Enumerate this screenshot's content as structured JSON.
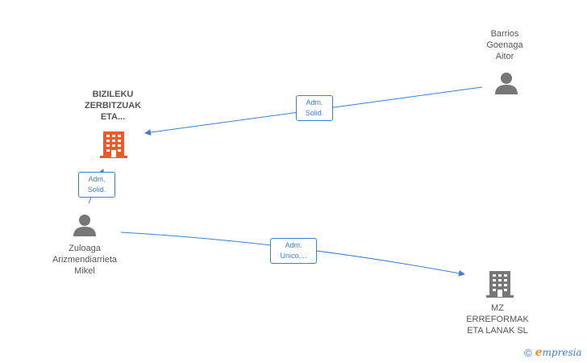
{
  "nodes": {
    "bizileku": {
      "label": "BIZILEKU\nZERBITZUAK\nETA...",
      "type": "company",
      "color": "#f05a28"
    },
    "barrios": {
      "label": "Barrios\nGoenaga\nAitor",
      "type": "person",
      "color": "#777777"
    },
    "zuloaga": {
      "label": "Zuloaga\nArizmendiarrieta\nMikel",
      "type": "person",
      "color": "#777777"
    },
    "mz": {
      "label": "MZ\nERREFORMAK\nETA LANAK  SL",
      "type": "company",
      "color": "#777777"
    }
  },
  "edges": [
    {
      "from": "barrios",
      "to": "bizileku",
      "label": "Adm.\nSolid."
    },
    {
      "from": "zuloaga",
      "to": "bizileku",
      "label": "Adm.\nSolid."
    },
    {
      "from": "zuloaga",
      "to": "mz",
      "label": "Adm.\nUnico,..."
    }
  ],
  "edge_color": "#3a7fd5",
  "brand": {
    "copyright": "©",
    "e": "e",
    "rest": "mpresia"
  }
}
